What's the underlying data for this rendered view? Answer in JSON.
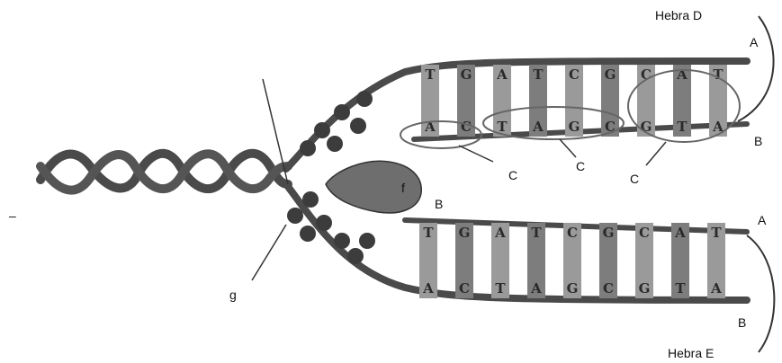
{
  "labels": {
    "strand_d": "Hebra D",
    "strand_e": "Hebra E",
    "top_a": "A",
    "top_b": "B",
    "bottom_a": "A",
    "bottom_b": "B",
    "middle_b": "B",
    "c_1": "C",
    "c_2": "C",
    "c_3": "C",
    "enzyme": "f",
    "pointer_g": "g",
    "left_dash": "–"
  },
  "top_strand": {
    "upper_bases": [
      "T",
      "G",
      "A",
      "T",
      "C",
      "G",
      "C",
      "A",
      "T"
    ],
    "lower_bases": [
      "A",
      "C",
      "T",
      "A",
      "G",
      "C",
      "G",
      "T",
      "A"
    ]
  },
  "bottom_strand": {
    "upper_bases": [
      "T",
      "G",
      "A",
      "T",
      "C",
      "G",
      "C",
      "A",
      "T"
    ],
    "lower_bases": [
      "A",
      "C",
      "T",
      "A",
      "G",
      "C",
      "G",
      "T",
      "A"
    ]
  },
  "colors": {
    "strand": "#4a4a4a",
    "rung": "#9a9a9a",
    "rung_dark": "#7d7d7d",
    "enzyme": "#6e6e6e",
    "bead": "#3c3c3c",
    "outline": "#666666"
  }
}
